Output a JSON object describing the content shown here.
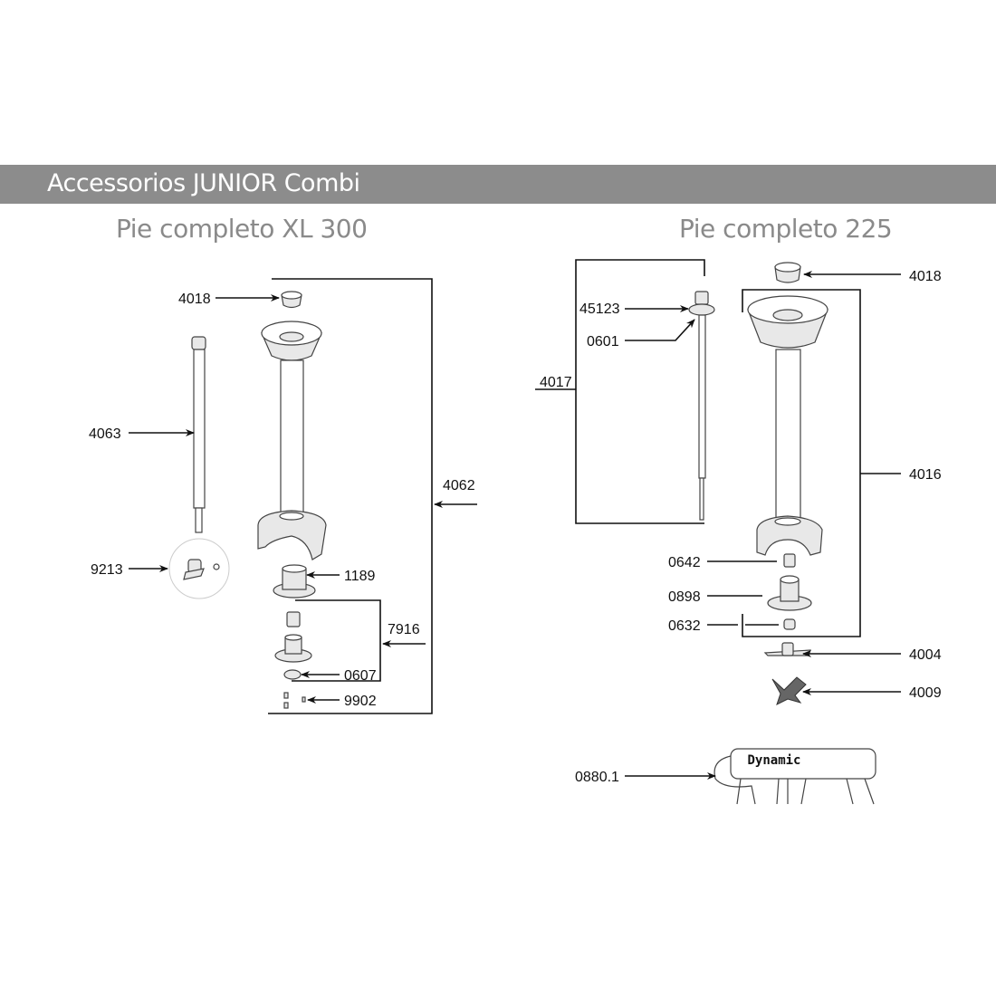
{
  "header": {
    "title": "Accessorios JUNIOR Combi"
  },
  "sections": {
    "left": {
      "title": "Pie completo XL 300",
      "parts": {
        "p4018": "4018",
        "p4063": "4063",
        "p9213": "9213",
        "p4062": "4062",
        "p1189": "1189",
        "p7916": "7916",
        "p0607": "0607",
        "p9902": "9902"
      }
    },
    "right": {
      "title": "Pie completo 225",
      "parts": {
        "p4018": "4018",
        "p45123": "45123",
        "p0601": "0601",
        "p4017": "4017",
        "p4016": "4016",
        "p0642": "0642",
        "p0898": "0898",
        "p0632": "0632",
        "p4004": "4004",
        "p4009": "4009",
        "p0880_1": "0880.1"
      },
      "stand_logo": "Dynamic"
    }
  }
}
